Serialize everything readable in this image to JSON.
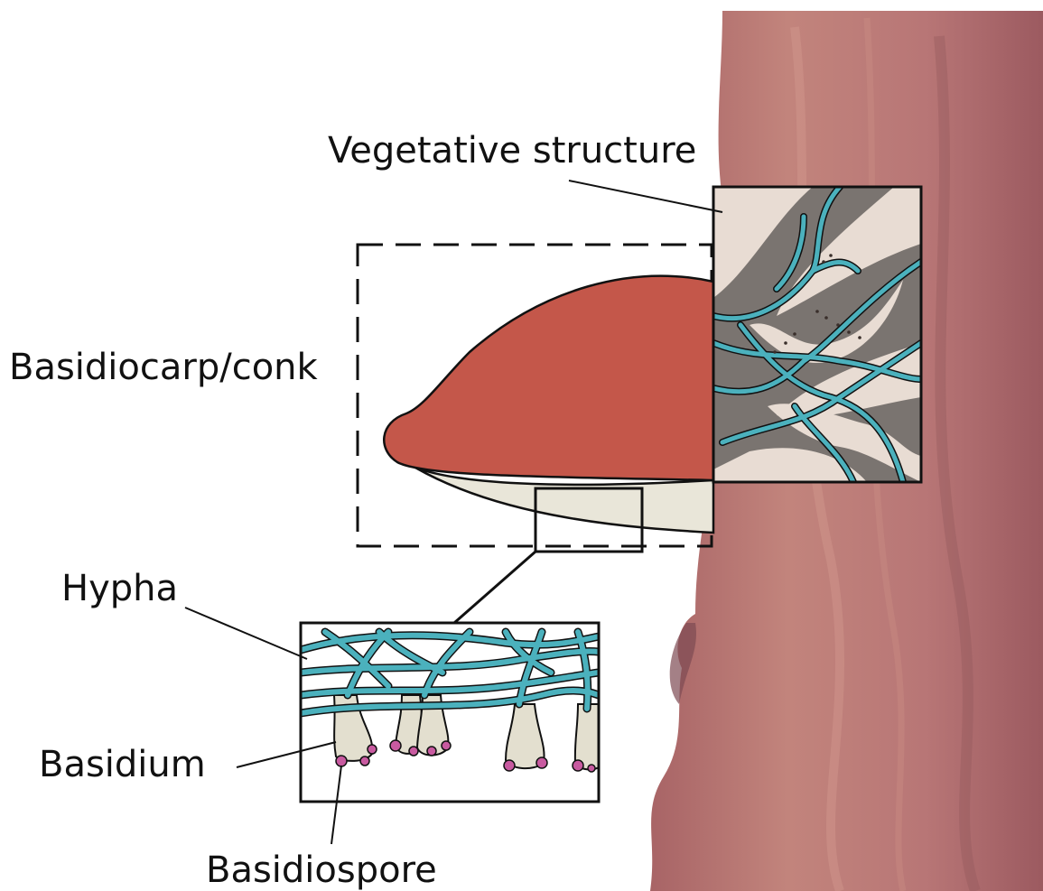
{
  "labels": {
    "vegetative": "Vegetative structure",
    "basidiocarp": "Basidiocarp/conk",
    "hypha": "Hypha",
    "basidium": "Basidium",
    "basidiospore": "Basidiospore"
  },
  "colors": {
    "trunk": "#b77272",
    "trunk_dark": "#8e5358",
    "conk_cap": "#c4574a",
    "conk_underside": "#e9e6d9",
    "inset_bg": "#e8dcd3",
    "decay_gray": "#7a7470",
    "hypha": "#4bb1bd",
    "basidium": "#e3dfcf",
    "spore": "#c85aa0",
    "outline": "#111111"
  }
}
